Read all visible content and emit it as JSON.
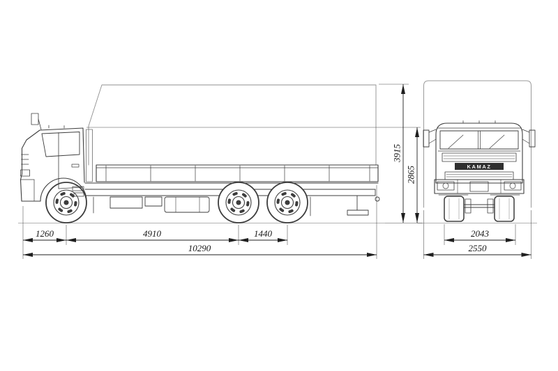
{
  "colors": {
    "line": "#3d3d3d",
    "light": "#8f8f8f",
    "dim": "#1f1f1f",
    "ext": "#4a4a4a",
    "ground": "#9a9a9a",
    "badge_bg": "#2f2f2f",
    "badge_text": "#f8f8f8"
  },
  "front_view": {
    "grille_brand": "KAMAZ"
  },
  "dimensions": {
    "side": {
      "front_overhang": "1260",
      "wheelbase": "4910",
      "bogie_spacing": "1440",
      "overall_length": "10290",
      "overall_height": "3915",
      "cab_height": "2865"
    },
    "front": {
      "track": "2043",
      "overall_width": "2550"
    }
  }
}
